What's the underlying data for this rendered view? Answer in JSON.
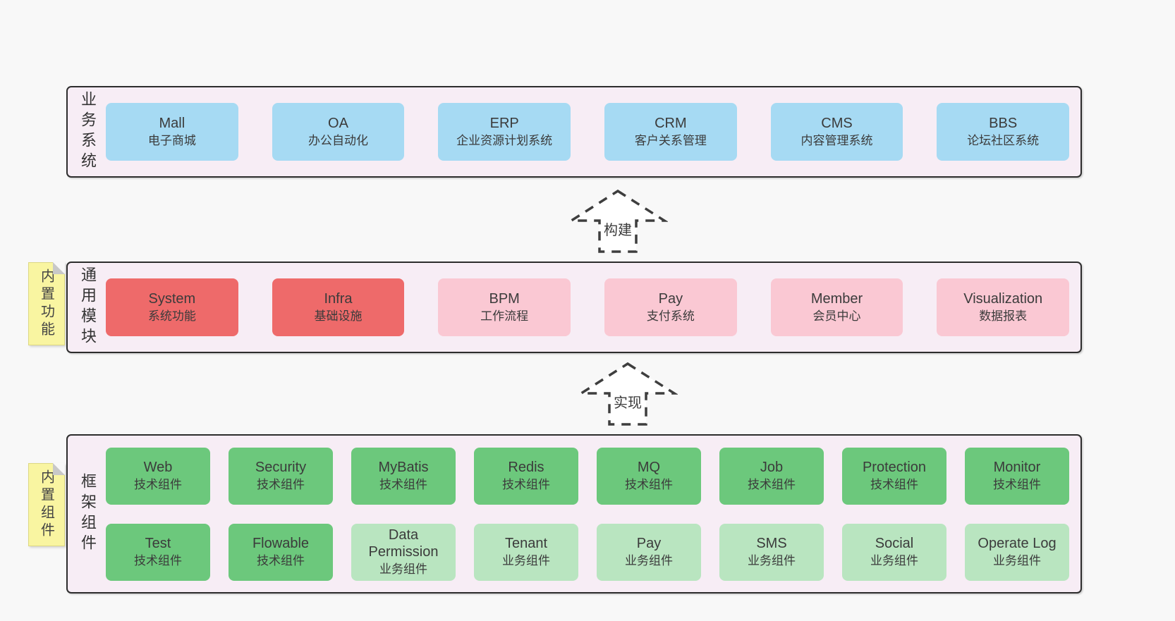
{
  "colors": {
    "page_bg": "#f8f8f8",
    "panel_bg": "#f7edf5",
    "panel_border": "#2d2d2d",
    "blue": "#a6daf3",
    "red": "#ee6a6a",
    "pink": "#fac8d3",
    "green": "#6cc87c",
    "light_green": "#b9e5c0",
    "sticky_yellow": "#f9f5a1",
    "arrow_stroke": "#3e3e3e",
    "text": "#3b3b3b"
  },
  "panels": {
    "business": {
      "label_vertical": "业务系统",
      "items": [
        {
          "en": "Mall",
          "zh": "电子商城"
        },
        {
          "en": "OA",
          "zh": "办公自动化"
        },
        {
          "en": "ERP",
          "zh": "企业资源计划系统"
        },
        {
          "en": "CRM",
          "zh": "客户关系管理"
        },
        {
          "en": "CMS",
          "zh": "内容管理系统"
        },
        {
          "en": "BBS",
          "zh": "论坛社区系统"
        }
      ]
    },
    "modules": {
      "label_vertical": "通用模块",
      "sticky_note": "内置功能",
      "items": [
        {
          "en": "System",
          "zh": "系统功能"
        },
        {
          "en": "Infra",
          "zh": "基础设施"
        },
        {
          "en": "BPM",
          "zh": "工作流程"
        },
        {
          "en": "Pay",
          "zh": "支付系统"
        },
        {
          "en": "Member",
          "zh": "会员中心"
        },
        {
          "en": "Visualization",
          "zh": "数据报表"
        }
      ]
    },
    "framework": {
      "label_vertical": "框架组件",
      "sticky_note": "内置组件",
      "row1": [
        {
          "en": "Web",
          "zh": "技术组件"
        },
        {
          "en": "Security",
          "zh": "技术组件"
        },
        {
          "en": "MyBatis",
          "zh": "技术组件"
        },
        {
          "en": "Redis",
          "zh": "技术组件"
        },
        {
          "en": "MQ",
          "zh": "技术组件"
        },
        {
          "en": "Job",
          "zh": "技术组件"
        },
        {
          "en": "Protection",
          "zh": "技术组件"
        },
        {
          "en": "Monitor",
          "zh": "技术组件"
        }
      ],
      "row2": [
        {
          "en": "Test",
          "zh": "技术组件"
        },
        {
          "en": "Flowable",
          "zh": "技术组件"
        },
        {
          "en": "Data Permission",
          "zh": "业务组件"
        },
        {
          "en": "Tenant",
          "zh": "业务组件"
        },
        {
          "en": "Pay",
          "zh": "业务组件"
        },
        {
          "en": "SMS",
          "zh": "业务组件"
        },
        {
          "en": "Social",
          "zh": "业务组件"
        },
        {
          "en": "Operate Log",
          "zh": "业务组件"
        }
      ]
    }
  },
  "arrows": [
    {
      "label": "构建"
    },
    {
      "label": "实现"
    }
  ]
}
